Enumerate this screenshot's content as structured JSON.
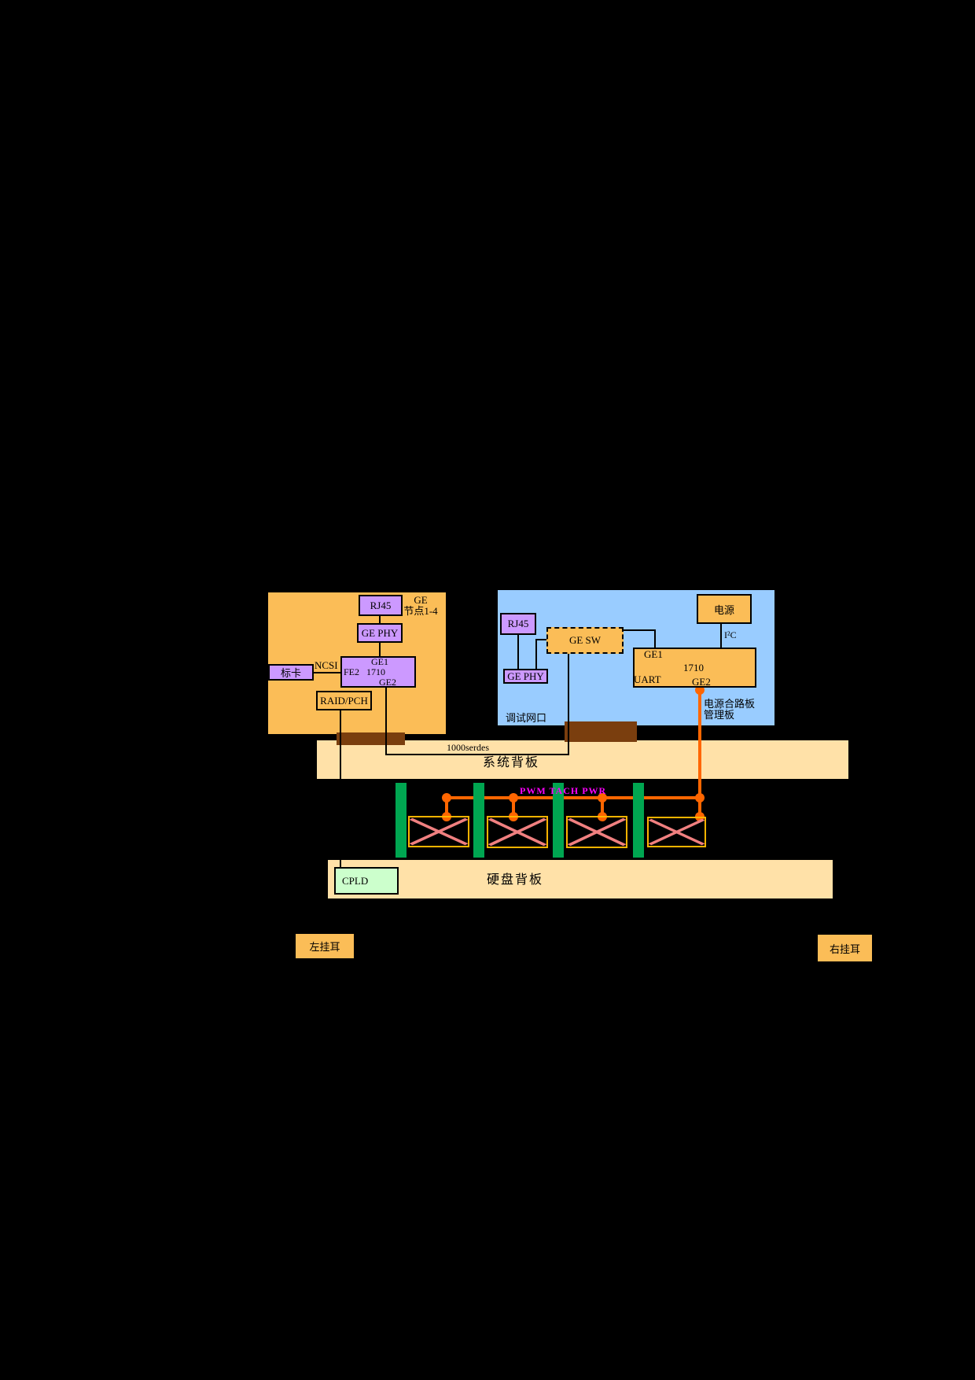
{
  "node_board": {
    "title_line1": "GE",
    "title_line2": "节点1-4",
    "rj45": "RJ45",
    "ge_phy": "GE PHY",
    "mezz_card": "标卡",
    "ncsi": "NCSI",
    "raid": "RAID/PCH",
    "soc": {
      "ge1": "GE1",
      "fe2": "FE2",
      "chip": "1710",
      "ge2": "GE2"
    }
  },
  "mgmt_board": {
    "title_line1": "电源合路板",
    "title_line2": "管理板",
    "rj45": "RJ45",
    "ge_phy": "GE PHY",
    "ge_sw": "GE SW",
    "power": "电源",
    "i2c": "I²C",
    "debug_port": "调试网口",
    "soc": {
      "ge1": "GE1",
      "chip": "1710",
      "uart": "UART",
      "ge2": "GE2"
    }
  },
  "system_backplane": {
    "label": "系统背板",
    "serdes_label": "1000serdes"
  },
  "fan_area": {
    "bus_label": "PWM TACH PWR"
  },
  "disk_backplane": {
    "label": "硬盘背板",
    "cpld": "CPLD"
  },
  "mount_ears": {
    "left": "左挂耳",
    "right": "右挂耳"
  },
  "colors": {
    "board_orange": "#FBBD57",
    "board_blue": "#99CCFF",
    "backplane_tan": "#FFE1A8",
    "module_purple": "#CC99FF",
    "connector_green": "#00A651",
    "cpld_green": "#CCFFCC",
    "connector_brown": "#7A3E0E",
    "power_line_orange": "#FF6600",
    "fan_border": "#FFB400",
    "fan_cross": "#F08080",
    "bus_label_magenta": "#FF00FF"
  }
}
